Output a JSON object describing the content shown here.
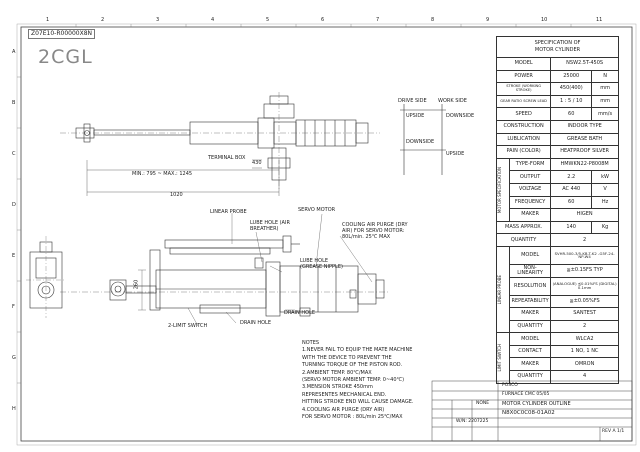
{
  "drawing_no_header": "Z07E10-R00000X8N",
  "logo": "2CGL",
  "grid": {
    "top_numbers": [
      "1",
      "2",
      "3",
      "4",
      "5",
      "6",
      "7",
      "8",
      "9",
      "10",
      "11"
    ],
    "side_letters": [
      "A",
      "B",
      "C",
      "D",
      "E",
      "F",
      "G",
      "H"
    ]
  },
  "spec": {
    "title_line1": "SPECIFICATION OF",
    "title_line2": "MOTOR CYLINDER",
    "rows": [
      {
        "label": "MODEL",
        "value": "NSW2.5T-450S",
        "unit": ""
      },
      {
        "label": "POWER",
        "value": "25000",
        "unit": "N"
      },
      {
        "label": "STROKE (WORKING STROKE)",
        "value": "450(400)",
        "unit": "mm"
      },
      {
        "label": "GEAR RATIO SCREW LEAD",
        "value": "1 : 5 / 10",
        "unit": "mm"
      },
      {
        "label": "SPEED",
        "value": "60",
        "unit": "mm/s"
      },
      {
        "label": "CONSTRUCTION",
        "value": "INDOOR TYPE",
        "unit": ""
      },
      {
        "label": "LUBLICATION",
        "value": "GREASE BATH",
        "unit": ""
      },
      {
        "label": "PAIN (COLOR)",
        "value": "HEATPROOF SILVER",
        "unit": ""
      }
    ],
    "motor_group": "MOTOR SPECIFICATION",
    "motor_rows": [
      {
        "label": "TYPE-FORM",
        "value": "HMWKN22-P8008M",
        "unit": ""
      },
      {
        "label": "OUTPUT",
        "value": "2.2",
        "unit": "kW"
      },
      {
        "label": "VOLTAGE",
        "value": "AC 440",
        "unit": "V"
      },
      {
        "label": "FREQUENCY",
        "value": "60",
        "unit": "Hz"
      },
      {
        "label": "MAKER",
        "value": "HIGEN",
        "unit": ""
      }
    ],
    "mass_label": "MASS APPROX.",
    "mass_value": "140",
    "mass_unit": "Kg",
    "quantity_label": "QUANTITY",
    "quantity_value": "2",
    "probe_group": "LINEAR PROBE",
    "probe_rows": [
      {
        "label": "MODEL",
        "value": "SVHR-500-3/5-KB-T-K2 -G5F-24-NP-W4"
      },
      {
        "label": "NON-LINEARITY",
        "value": "≦±0.15FS TYP"
      },
      {
        "label": "RESOLUTION",
        "value": "(ANALOGUE) ≦0.01%FS (DIGITAL) 0.1mm"
      },
      {
        "label": "REPEATABILITY",
        "value": "≦±0.05%FS"
      },
      {
        "label": "MAKER",
        "value": "SANTEST"
      },
      {
        "label": "QUANTITY",
        "value": "2"
      }
    ],
    "switch_group": "LIMIT SWITCH",
    "switch_rows": [
      {
        "label": "MODEL",
        "value": "WLCA2"
      },
      {
        "label": "CONTACT",
        "value": "1 NO, 1 NC"
      },
      {
        "label": "MAKER",
        "value": "OMRON"
      },
      {
        "label": "QUANTITY",
        "value": "4"
      }
    ]
  },
  "labels": {
    "drive_side": "DRIVE SIDE",
    "work_side": "WORK SIDE",
    "upside_l": "UPSIDE",
    "downside_l": "DOWNSIDE",
    "upside_r": "UPSIDE",
    "downside_r": "DOWNSIDE",
    "terminal_box": "TERMINAL BOX",
    "min_max": "MIN.: 795 ~ MAX.: 1245",
    "dim_1020": "1020",
    "dim_430": "430",
    "linear_probe": "LINEAR PROBE",
    "lube_hole1": "LUBE HOLE (AIR BREATHER)",
    "servo_motor": "SERVO MOTOR",
    "cooling_air": "COOLING AIR PURGE (DRY AIR) FOR SERVO MOTOR: 80L/min. 25℃ MAX",
    "lube_hole2": "LUBE HOLE (GREASE NIPPLE)",
    "drain_hole1": "DRAIN HOLE",
    "drain_hole2": "DRAIN HOLE",
    "limit_switch": "2-LIMIT SWITCH",
    "dim_260": "260"
  },
  "notes": [
    "NOTES",
    "1.NEVER FAIL TO EQUIP THE MATE MACHINE",
    "   WITH THE DEVICE TO PREVENT THE",
    "   TURNING TORQUE OF THE PISTON ROD.",
    "2.AMBIENT TEMP. 80℃/MAX",
    "  (SERVO MOTOR AMBIENT TEMP. 0~40℃)",
    "3.MENSION STROKE 450mm",
    "   REPRESENTES MECHANICAL END.",
    "   HITTING STROKE END WILL CAUSE DAMAGE.",
    "4.COOLING AIR PURGE (DRY AIR)",
    "   FOR SERVO MOTOR : 80L/min 25℃/MAX"
  ],
  "title_block": {
    "client": "POSCO",
    "project": "FURNACE CMC 05/05",
    "drawing_title": "MOTOR CYLINDER OUTLINE",
    "drawing_number": "N8X0C0C08-01A02",
    "scale_label": "NONE",
    "no_label": "W/N: 2207225",
    "sheet": "REV A 1/1"
  }
}
